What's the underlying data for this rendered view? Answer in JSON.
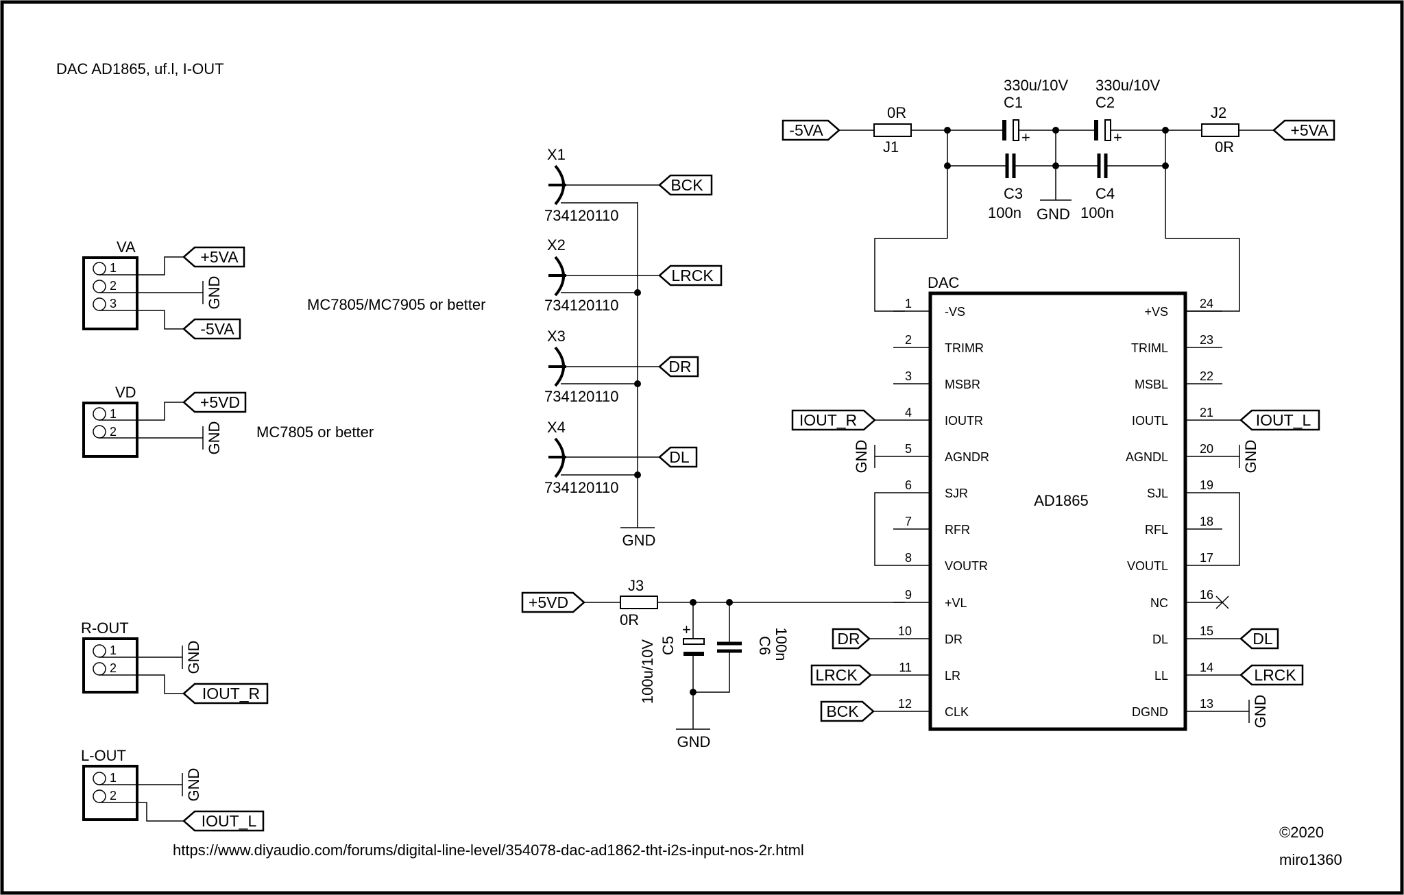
{
  "title": "DAC AD1865, uf.l, I-OUT",
  "url": "https://www.diyaudio.com/forums/digital-line-level/354078-dac-ad1862-tht-i2s-input-nos-2r.html",
  "copyright": "©2020",
  "author": "miro1360",
  "net": {
    "p5va": "+5VA",
    "m5va": "-5VA",
    "p5vd": "+5VD",
    "gnd": "GND",
    "bck": "BCK",
    "lrck": "LRCK",
    "dr": "DR",
    "dl": "DL",
    "iout_r": "IOUT_R",
    "iout_l": "IOUT_L"
  },
  "headers": [
    {
      "ref": "VA",
      "pins": [
        "1",
        "2",
        "3"
      ],
      "note": "MC7805/MC7905 or better"
    },
    {
      "ref": "VD",
      "pins": [
        "1",
        "2"
      ],
      "note": "MC7805 or better"
    },
    {
      "ref": "R-OUT",
      "pins": [
        "1",
        "2"
      ]
    },
    {
      "ref": "L-OUT",
      "pins": [
        "1",
        "2"
      ]
    }
  ],
  "connectors": [
    {
      "ref": "X1",
      "value": "734120110"
    },
    {
      "ref": "X2",
      "value": "734120110"
    },
    {
      "ref": "X3",
      "value": "734120110"
    },
    {
      "ref": "X4",
      "value": "734120110"
    }
  ],
  "components": {
    "j1": {
      "ref": "J1",
      "value": "0R"
    },
    "j2": {
      "ref": "J2",
      "value": "0R"
    },
    "j3": {
      "ref": "J3",
      "value": "0R"
    },
    "c1": {
      "ref": "C1",
      "value": "330u/10V"
    },
    "c2": {
      "ref": "C2",
      "value": "330u/10V"
    },
    "c3": {
      "ref": "C3",
      "value": "100n"
    },
    "c4": {
      "ref": "C4",
      "value": "100n"
    },
    "c5": {
      "ref": "C5",
      "value": "100u/10V"
    },
    "c6": {
      "ref": "C6",
      "value": "100n"
    },
    "plus": "+"
  },
  "ic": {
    "ref": "DAC",
    "value": "AD1865",
    "left_pins": [
      {
        "num": "1",
        "name": "-VS"
      },
      {
        "num": "2",
        "name": "TRIMR"
      },
      {
        "num": "3",
        "name": "MSBR"
      },
      {
        "num": "4",
        "name": "IOUTR"
      },
      {
        "num": "5",
        "name": "AGNDR"
      },
      {
        "num": "6",
        "name": "SJR"
      },
      {
        "num": "7",
        "name": "RFR"
      },
      {
        "num": "8",
        "name": "VOUTR"
      },
      {
        "num": "9",
        "name": "+VL"
      },
      {
        "num": "10",
        "name": "DR"
      },
      {
        "num": "11",
        "name": "LR"
      },
      {
        "num": "12",
        "name": "CLK"
      }
    ],
    "right_pins": [
      {
        "num": "24",
        "name": "+VS"
      },
      {
        "num": "23",
        "name": "TRIML"
      },
      {
        "num": "22",
        "name": "MSBL"
      },
      {
        "num": "21",
        "name": "IOUTL"
      },
      {
        "num": "20",
        "name": "AGNDL"
      },
      {
        "num": "19",
        "name": "SJL"
      },
      {
        "num": "18",
        "name": "RFL"
      },
      {
        "num": "17",
        "name": "VOUTL"
      },
      {
        "num": "16",
        "name": "NC"
      },
      {
        "num": "15",
        "name": "DL"
      },
      {
        "num": "14",
        "name": "LL"
      },
      {
        "num": "13",
        "name": "DGND"
      }
    ]
  }
}
